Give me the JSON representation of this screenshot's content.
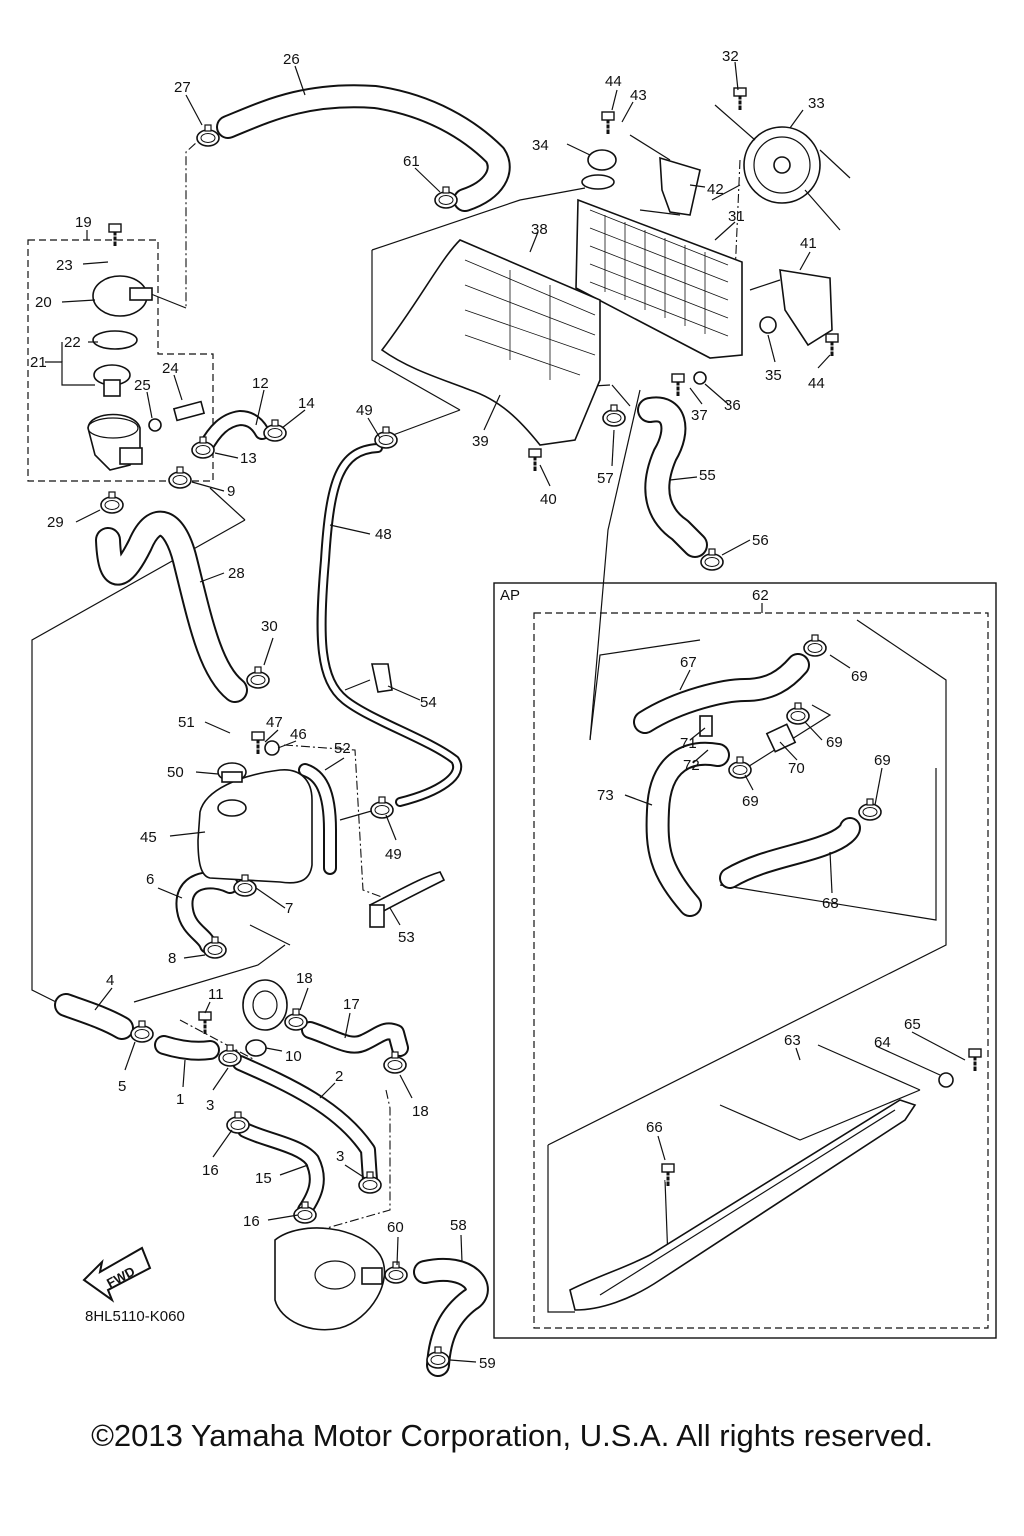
{
  "reference_code": "8HL5110-K060",
  "copyright": "©2013 Yamaha Motor Corporation, U.S.A. All rights reserved.",
  "direction_label": "FWD",
  "section_label": "AP",
  "callouts": {
    "1": "1",
    "2": "2",
    "3": "3",
    "4": "4",
    "5": "5",
    "6": "6",
    "7": "7",
    "8": "8",
    "9": "9",
    "10": "10",
    "11": "11",
    "12": "12",
    "13": "13",
    "14": "14",
    "15": "15",
    "16": "16",
    "17": "17",
    "18": "18",
    "19": "19",
    "20": "20",
    "21": "21",
    "22": "22",
    "23": "23",
    "24": "24",
    "25": "25",
    "26": "26",
    "27": "27",
    "28": "28",
    "29": "29",
    "30": "30",
    "31": "31",
    "32": "32",
    "33": "33",
    "34": "34",
    "35": "35",
    "36": "36",
    "37": "37",
    "38": "38",
    "39": "39",
    "40": "40",
    "41": "41",
    "42": "42",
    "43": "43",
    "44": "44",
    "45": "45",
    "46": "46",
    "47": "47",
    "48": "48",
    "49": "49",
    "50": "50",
    "51": "51",
    "52": "52",
    "53": "53",
    "54": "54",
    "55": "55",
    "56": "56",
    "57": "57",
    "58": "58",
    "59": "59",
    "60": "60",
    "61": "61",
    "62": "62",
    "63": "63",
    "64": "64",
    "65": "65",
    "66": "66",
    "67": "67",
    "68": "68",
    "69": "69",
    "70": "70",
    "71": "71",
    "72": "72",
    "73": "73"
  }
}
